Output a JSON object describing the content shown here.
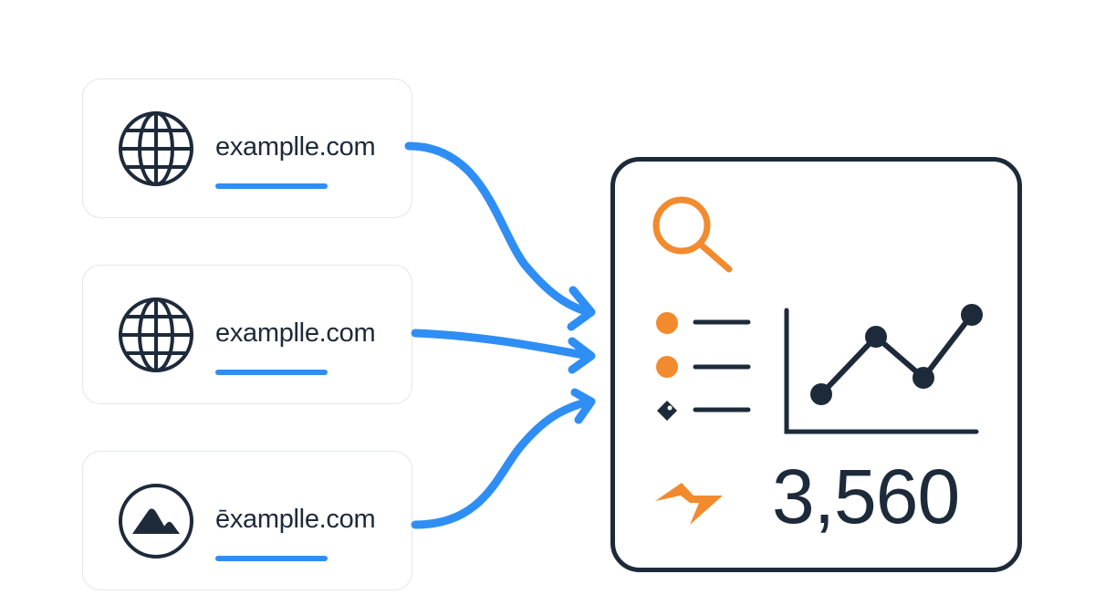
{
  "sources": [
    {
      "domain": "examplle.com",
      "icon": "globe-icon"
    },
    {
      "domain": "examplle.com",
      "icon": "globe-icon"
    },
    {
      "domain": "ēxamplle.com",
      "icon": "mountain-logo-icon"
    }
  ],
  "dashboard": {
    "search_icon": "search-icon",
    "list_icon": "list-icon",
    "chart_icon": "line-chart-icon",
    "trend_icon": "trend-arrow-icon",
    "metric_value": "3,560"
  },
  "colors": {
    "accent_blue": "#2f8ef4",
    "accent_orange": "#f28a2e",
    "ink": "#1d2a3a",
    "card_border": "#e3e6ea"
  }
}
